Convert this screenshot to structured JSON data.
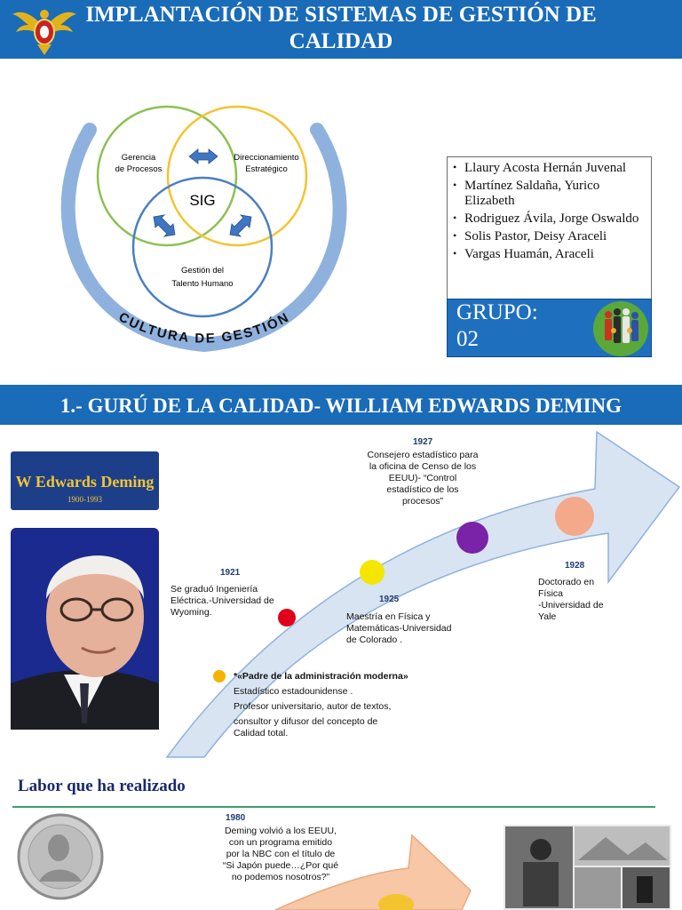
{
  "header": {
    "title_line1": "IMPLANTACIÓN DE SISTEMAS DE GESTIÓN DE",
    "title_line2": "CALIDAD"
  },
  "diagram": {
    "circle_left": [
      "Gerencia",
      "de Procesos"
    ],
    "circle_right": [
      "Direccionamiento",
      "Estratégico"
    ],
    "circle_bottom": [
      "Gestión del",
      "Talento Humano"
    ],
    "center": "SIG",
    "arc_text": "CULTURA DE GESTIÓN",
    "colors": {
      "green": "#8cc152",
      "yellow": "#f4c430",
      "blue": "#4a7fc1",
      "arc": "#8fb1dd"
    }
  },
  "members": [
    "Llaury Acosta Hernán Juvenal",
    "Martínez Saldaña, Yurico Elizabeth",
    "Rodriguez Ávila, Jorge Oswaldo",
    "Solis Pastor, Deisy Araceli",
    "Vargas Huamán, Araceli"
  ],
  "group": {
    "line1": "GRUPO:",
    "line2": "02"
  },
  "section1": {
    "title": "1.- GURÚ DE LA CALIDAD- WILLIAM EDWARDS DEMING"
  },
  "deming": {
    "name": "W Edwards Deming",
    "years": "1900-1993"
  },
  "timeline": {
    "y1921": {
      "year": "1921",
      "lines": [
        "Se graduó Ingeniería",
        "Eléctrica.-Universidad de",
        "Wyoming."
      ]
    },
    "y1925": {
      "year": "1925",
      "lines": [
        "Maestría en Física y",
        "Matemáticas-Universidad",
        "de Colorado ."
      ]
    },
    "y1927": {
      "year": "1927",
      "lines": [
        "Consejero estadístico para",
        "la oficina de Censo de los",
        "EEUU)-  “Control",
        "estadístico de los",
        "procesos”"
      ]
    },
    "y1928": {
      "year": "1928",
      "lines": [
        "Doctorado en",
        "Física",
        "-Universidad de",
        "Yale"
      ]
    },
    "father": {
      "heading": "*«Padre de la administración moderna»",
      "lines": [
        "Estadístico estadounidense .",
        "Profesor universitario, autor de textos,",
        "consultor y difusor del concepto de",
        "Calidad total."
      ]
    },
    "dot_colors": [
      "#f4b400",
      "#e0001b",
      "#f5e600",
      "#7a22a8",
      "#f4a98a"
    ]
  },
  "labor": {
    "title": "Labor que ha realizado",
    "y1980": {
      "year": "1980",
      "lines": [
        "Deming volvió a los EEUU,",
        "con un programa emitido",
        "por la NBC con el título de",
        "“Si Japón puede…¿Por qué",
        "no podemos nosotros?”"
      ]
    }
  }
}
